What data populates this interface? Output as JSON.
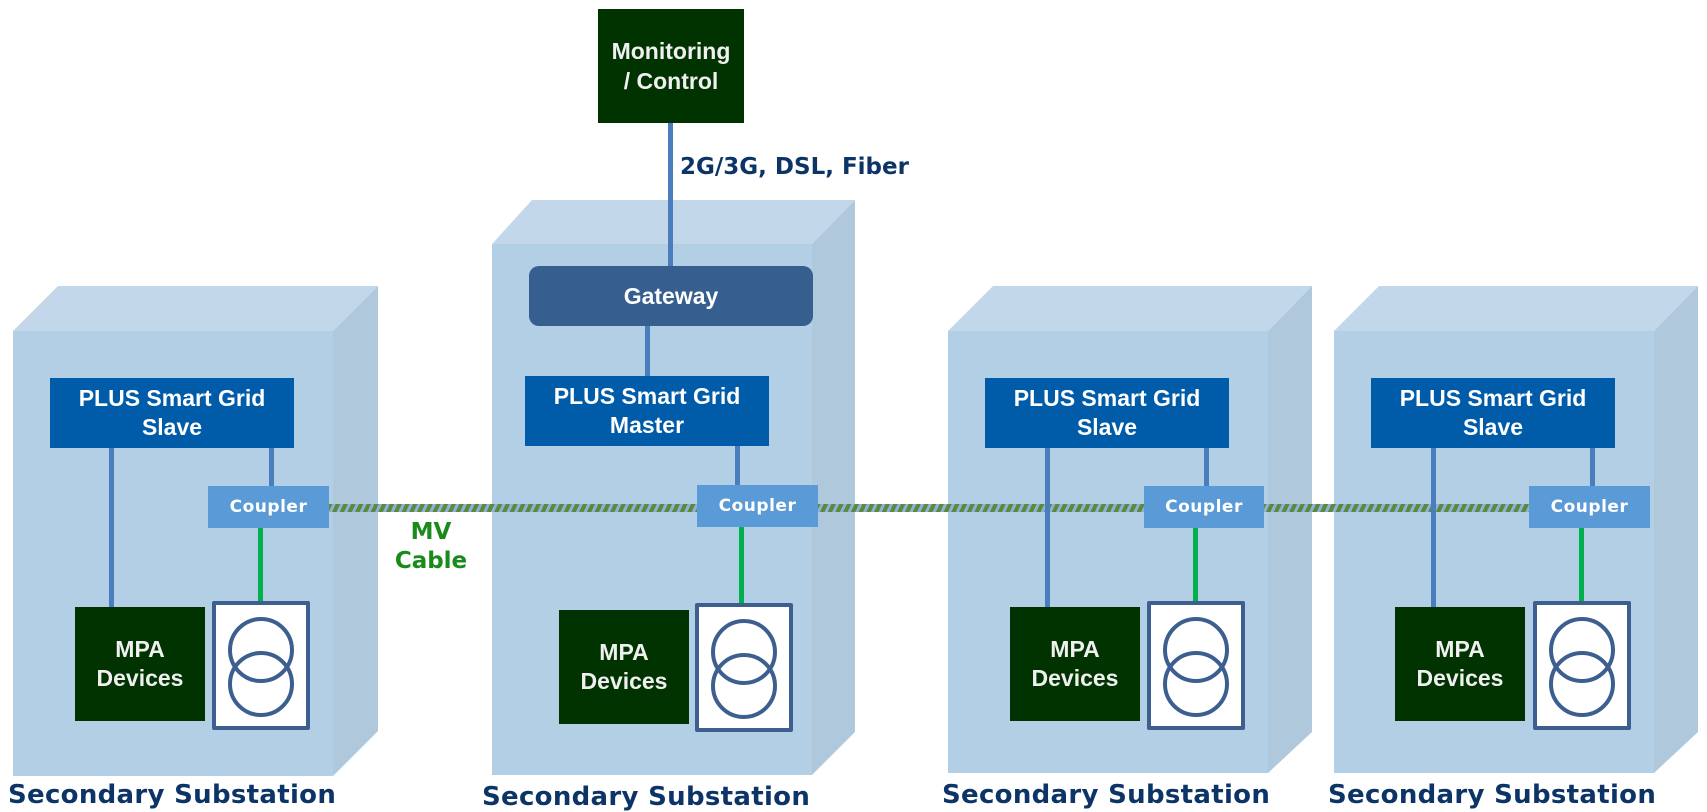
{
  "monitoring": {
    "label": "Monitoring\n/ Control"
  },
  "network_label": "2G/3G, DSL, Fiber",
  "mv_cable_label": "MV\nCable",
  "gateway_label": "Gateway",
  "substations": [
    {
      "role": "slave",
      "plus_label": "PLUS Smart Grid\nSlave",
      "coupler_label": "Coupler",
      "mpa_label": "MPA\nDevices",
      "title": "Secondary Substation"
    },
    {
      "role": "master",
      "plus_label": "PLUS Smart Grid\nMaster",
      "coupler_label": "Coupler",
      "mpa_label": "MPA\nDevices",
      "title": "Secondary Substation"
    },
    {
      "role": "slave",
      "plus_label": "PLUS Smart Grid\nSlave",
      "coupler_label": "Coupler",
      "mpa_label": "MPA\nDevices",
      "title": "Secondary Substation"
    },
    {
      "role": "slave",
      "plus_label": "PLUS Smart Grid\nSlave",
      "coupler_label": "Coupler",
      "mpa_label": "MPA\nDevices",
      "title": "Secondary Substation"
    }
  ],
  "colors": {
    "cube_front": "#b3cfe5",
    "cube_top": "#c2d8ea",
    "cube_side": "#b0c8dc",
    "plus_box": "#005ca8",
    "gateway": "#365f90",
    "coupler": "#5a9ad6",
    "mpa": "#003300",
    "data_link": "#4a7dbd",
    "power_link": "#00b050",
    "title_text": "#0d3466",
    "mv_text": "#1a8a1a"
  }
}
